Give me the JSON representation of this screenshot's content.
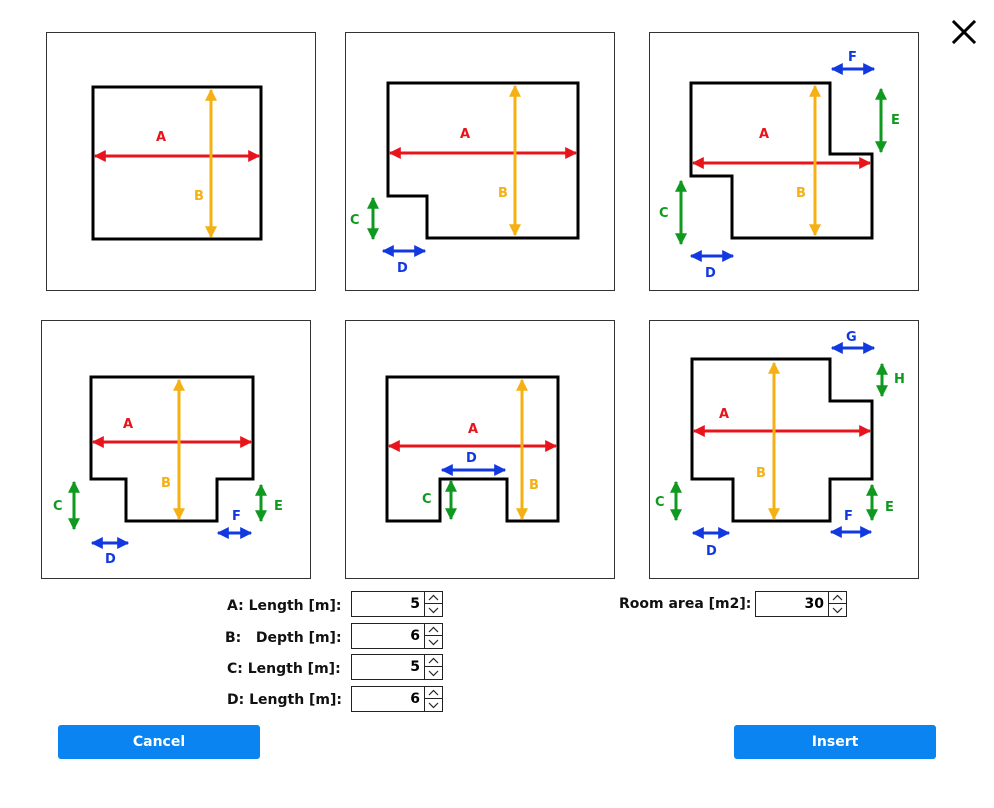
{
  "dialog": {
    "close_icon": "close-icon"
  },
  "panels": [
    {
      "labels": {
        "a": "A",
        "b": "B"
      }
    },
    {
      "labels": {
        "a": "A",
        "b": "B",
        "c": "C",
        "d": "D"
      }
    },
    {
      "labels": {
        "a": "A",
        "b": "B",
        "c": "C",
        "d": "D",
        "e": "E",
        "f": "F"
      }
    },
    {
      "labels": {
        "a": "A",
        "b": "B",
        "c": "C",
        "d": "D",
        "e": "E",
        "f": "F"
      }
    },
    {
      "labels": {
        "a": "A",
        "b": "B",
        "c": "C",
        "d": "D"
      }
    },
    {
      "labels": {
        "a": "A",
        "b": "B",
        "c": "C",
        "d": "D",
        "e": "E",
        "f": "F",
        "g": "G",
        "h": "H"
      }
    }
  ],
  "colors": {
    "a_arrow": "#e8141b",
    "b_arrow": "#f5b014",
    "c_arrow": "#0f9a1f",
    "d_arrow": "#1238e0",
    "button": "#0a84f0"
  },
  "form": {
    "fields": [
      {
        "label": "A: Length [m]:",
        "value": "5"
      },
      {
        "label": "B:   Depth [m]:",
        "value": "6"
      },
      {
        "label": "C: Length [m]:",
        "value": "5"
      },
      {
        "label": "D: Length [m]:",
        "value": "6"
      }
    ],
    "area": {
      "label": "Room area [m2]:",
      "value": "30"
    }
  },
  "buttons": {
    "cancel": "Cancel",
    "insert": "Insert"
  }
}
